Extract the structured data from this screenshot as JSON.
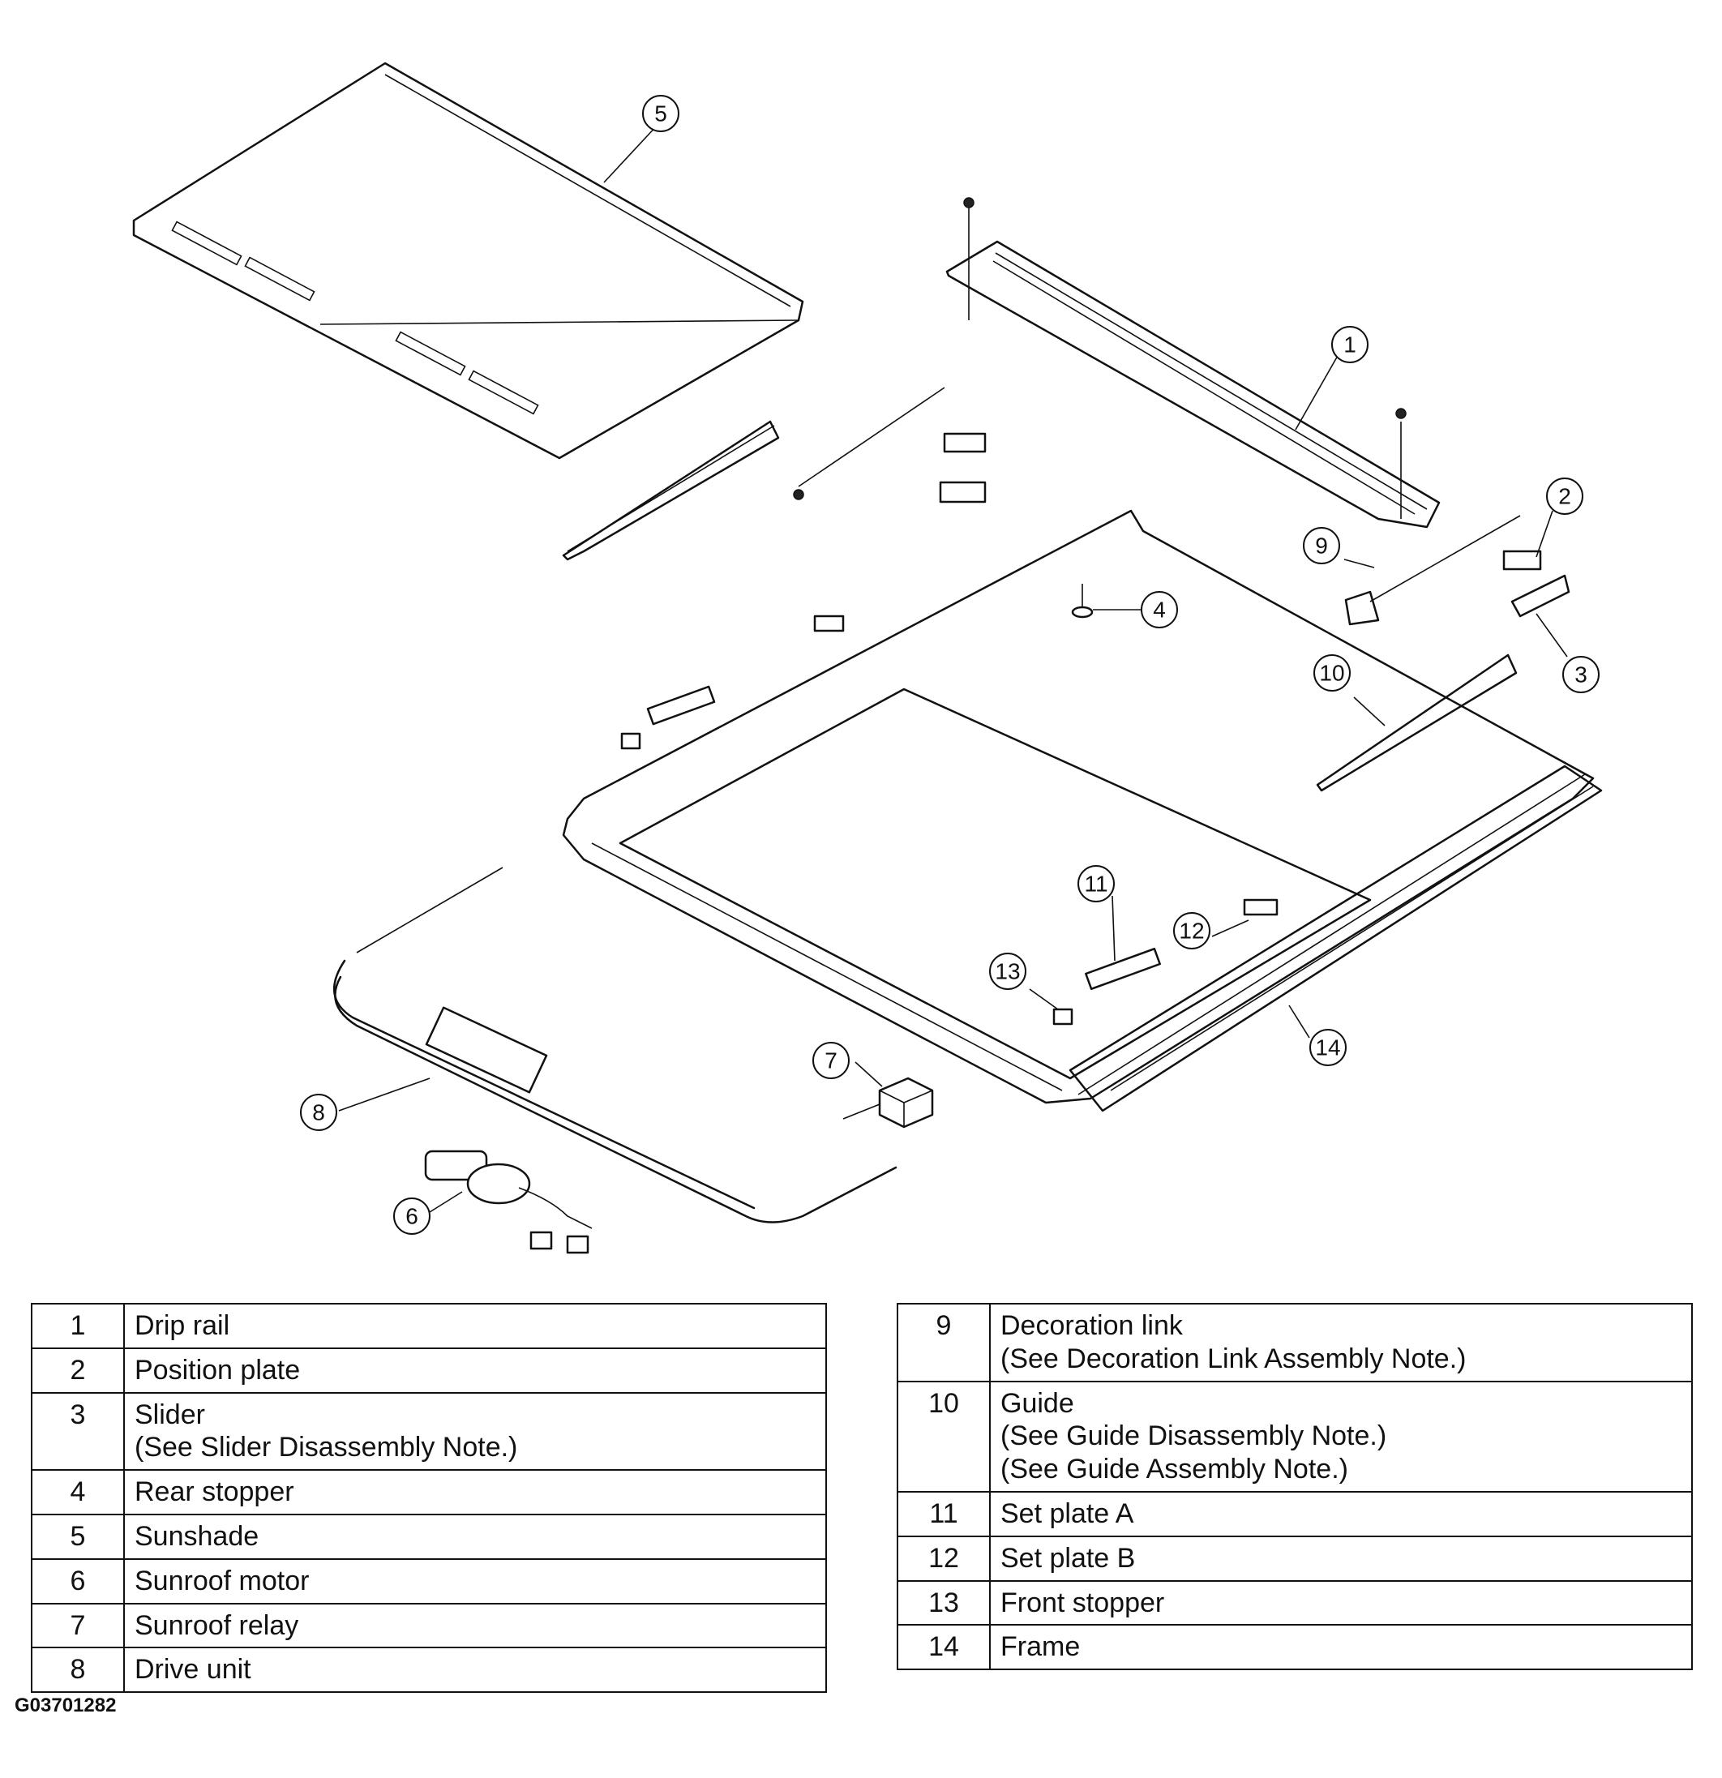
{
  "diagram_code": "G03701282",
  "callouts": [
    {
      "number": "1"
    },
    {
      "number": "2"
    },
    {
      "number": "3"
    },
    {
      "number": "4"
    },
    {
      "number": "5"
    },
    {
      "number": "6"
    },
    {
      "number": "7"
    },
    {
      "number": "8"
    },
    {
      "number": "9"
    },
    {
      "number": "10"
    },
    {
      "number": "11"
    },
    {
      "number": "12"
    },
    {
      "number": "13"
    },
    {
      "number": "14"
    }
  ],
  "legend_left": [
    {
      "number": "1",
      "name": "Drip rail"
    },
    {
      "number": "2",
      "name": "Position plate"
    },
    {
      "number": "3",
      "name": "Slider",
      "notes": [
        "(See Slider Disassembly Note.)"
      ]
    },
    {
      "number": "4",
      "name": "Rear stopper"
    },
    {
      "number": "5",
      "name": "Sunshade"
    },
    {
      "number": "6",
      "name": "Sunroof motor"
    },
    {
      "number": "7",
      "name": "Sunroof relay"
    },
    {
      "number": "8",
      "name": "Drive unit"
    }
  ],
  "legend_right": [
    {
      "number": "9",
      "name": "Decoration link",
      "notes": [
        "(See  Decoration Link Assembly Note.)"
      ]
    },
    {
      "number": "10",
      "name": "Guide",
      "notes": [
        "(See Guide Disassembly Note.)",
        "(See Guide Assembly Note.)"
      ]
    },
    {
      "number": "11",
      "name": "Set plate A"
    },
    {
      "number": "12",
      "name": "Set plate B"
    },
    {
      "number": "13",
      "name": "Front stopper"
    },
    {
      "number": "14",
      "name": "Frame"
    }
  ]
}
